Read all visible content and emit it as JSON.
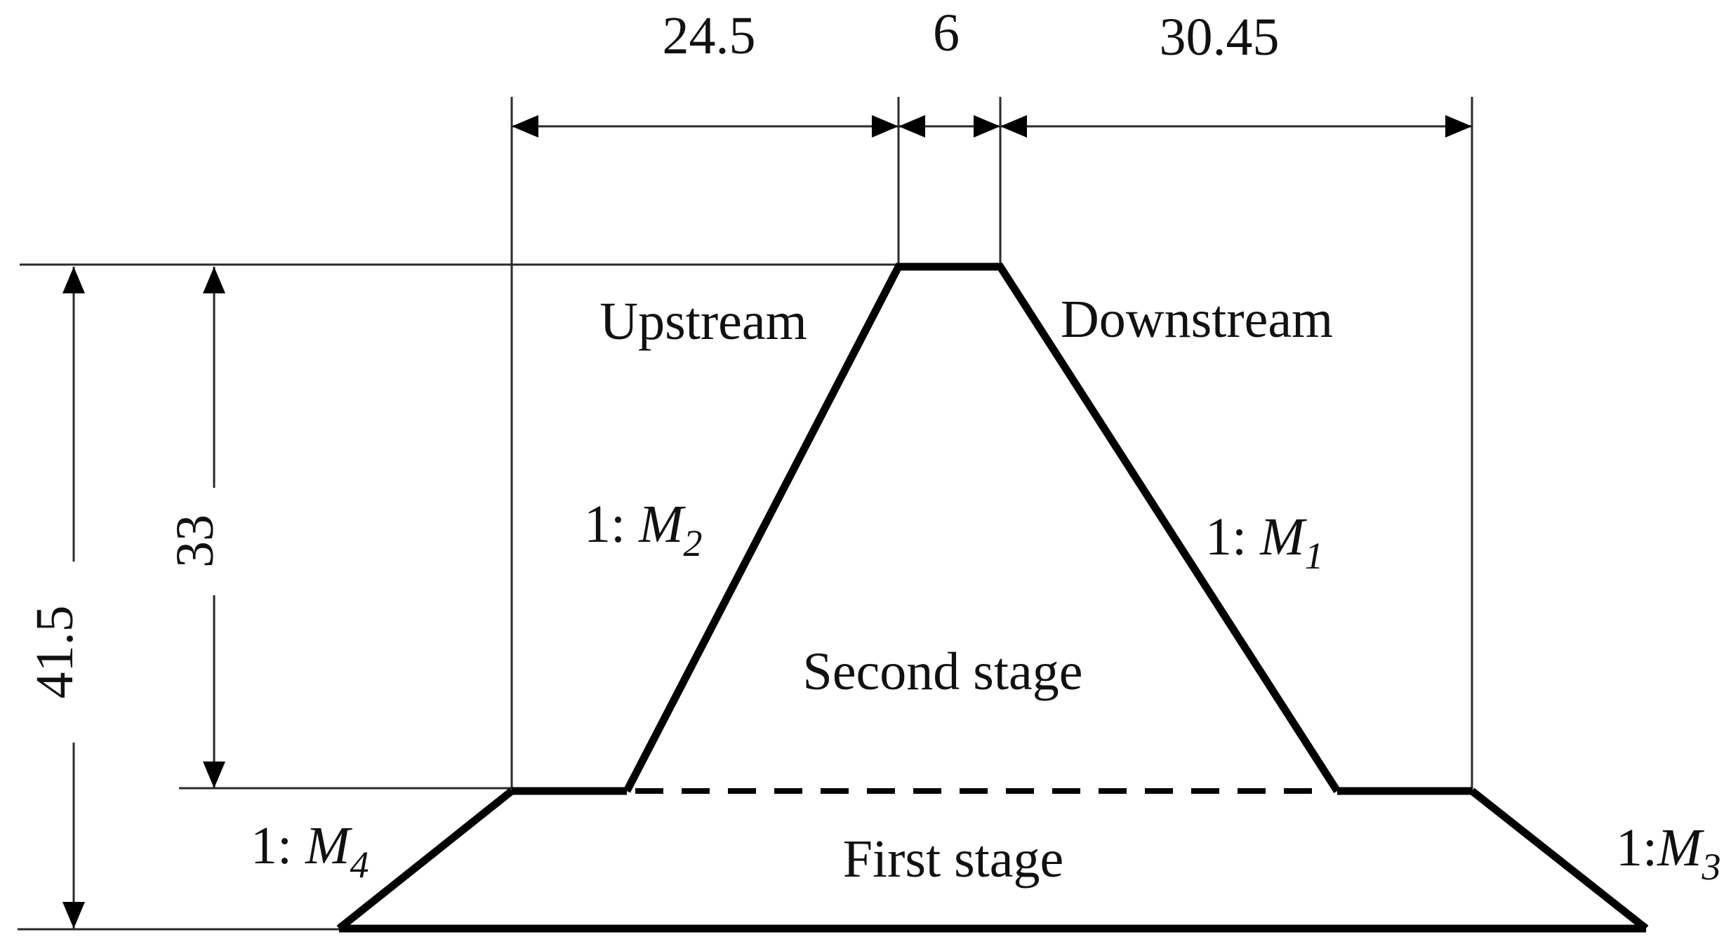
{
  "diagram": {
    "kind": "two-stage embankment cross-section",
    "regions": {
      "upstream": "Upstream",
      "downstream": "Downstream",
      "second_stage": "Second stage",
      "first_stage": "First stage"
    },
    "dims": {
      "top": [
        {
          "name": "upstream-width",
          "value": "24.5"
        },
        {
          "name": "crest-width",
          "value": "6"
        },
        {
          "name": "downstream-width",
          "value": "30.45"
        }
      ],
      "left": [
        {
          "name": "total-height",
          "value": "41.5"
        },
        {
          "name": "second-stage-height",
          "value": "33"
        }
      ]
    },
    "slopes": {
      "m2": {
        "prefix": "1: ",
        "symbol": "M",
        "sub": "2"
      },
      "m1": {
        "prefix": "1: ",
        "symbol": "M",
        "sub": "1"
      },
      "m4": {
        "prefix": "1: ",
        "symbol": "M",
        "sub": "4"
      },
      "m3": {
        "prefix": "1:",
        "symbol": "M",
        "sub": "3"
      }
    },
    "colors": {
      "outline": "#000000",
      "thin_line": "#2a2a2a",
      "text": "#111111",
      "background": "#ffffff"
    }
  }
}
